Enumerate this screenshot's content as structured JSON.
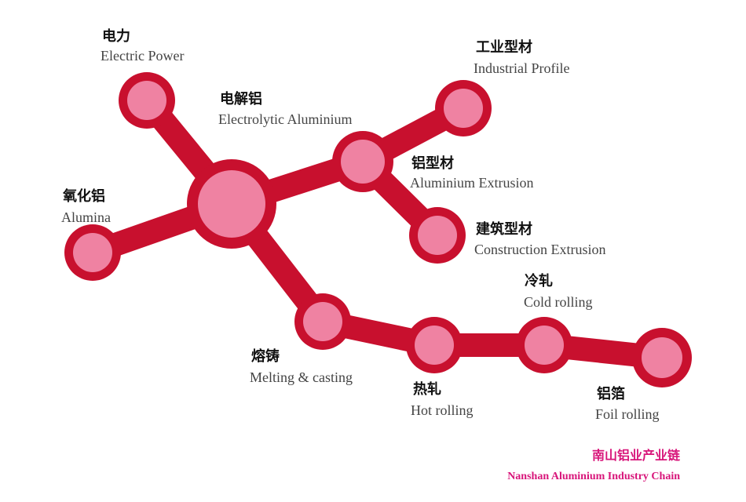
{
  "colors": {
    "line": "#c8102e",
    "node_fill": "#ef82a2",
    "brand": "#d8157a"
  },
  "nodes": {
    "electric_power": {
      "zh": "电力",
      "en": "Electric Power"
    },
    "electrolytic": {
      "zh": "电解铝",
      "en": "Electrolytic Aluminium"
    },
    "alumina": {
      "zh": "氧化铝",
      "en": "Alumina"
    },
    "extrusion": {
      "zh": "铝型材",
      "en": "Aluminium Extrusion"
    },
    "industrial_profile": {
      "zh": "工业型材",
      "en": "Industrial Profile"
    },
    "construction": {
      "zh": "建筑型材",
      "en": "Construction Extrusion"
    },
    "melting": {
      "zh": "熔铸",
      "en": "Melting & casting"
    },
    "hot_rolling": {
      "zh": "热轧",
      "en": "Hot rolling"
    },
    "cold_rolling": {
      "zh": "冷轧",
      "en": "Cold rolling"
    },
    "foil_rolling": {
      "zh": "铝箔",
      "en": "Foil rolling"
    }
  },
  "brand": {
    "zh": "南山铝业产业链",
    "en": "Nanshan Aluminium Industry Chain"
  }
}
